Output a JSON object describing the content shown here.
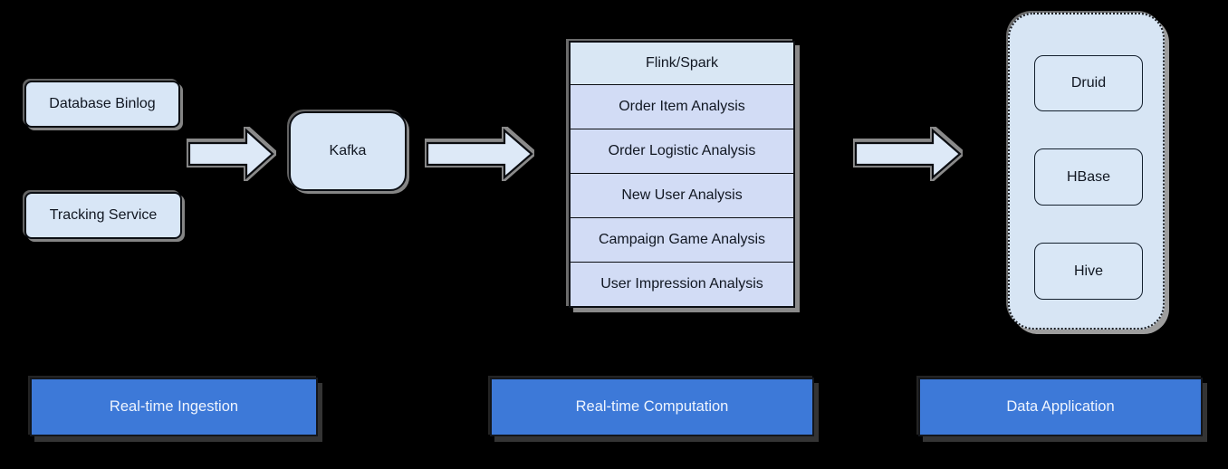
{
  "diagram": {
    "title_hint": "real-time data pipeline architecture",
    "background": "#000000",
    "ingestion": {
      "sources": [
        {
          "label": "Database Binlog"
        },
        {
          "label": "Tracking Service"
        }
      ],
      "broker": {
        "label": "Kafka"
      }
    },
    "computation": {
      "engine": "Flink/Spark",
      "jobs": [
        "Order Item Analysis",
        "Order Logistic Analysis",
        "New User Analysis",
        "Campaign Game Analysis",
        "User Impression Analysis"
      ]
    },
    "application": {
      "stores": [
        "Druid",
        "HBase",
        "Hive"
      ]
    },
    "stages": [
      {
        "label": "Real-time Ingestion"
      },
      {
        "label": "Real-time Computation"
      },
      {
        "label": "Data Application"
      }
    ],
    "colors": {
      "node_fill": "#d8e6f6",
      "node_border": "#0b0e13",
      "table_header_fill": "#d9e7f4",
      "table_row_fill": "#d2dcf5",
      "container_fill": "#d7e5f4",
      "arrow_fill": "#dde9f7",
      "shadow_gray": "#8a8a8a",
      "banner_fill": "#3d79d8",
      "banner_text": "#eef4fe"
    }
  }
}
